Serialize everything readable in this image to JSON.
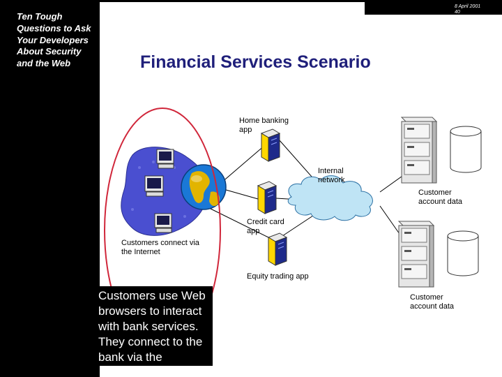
{
  "sidebar": {
    "title": "Ten Tough Questions to Ask Your Developers About Security and the Web"
  },
  "header": {
    "date": "8 April 2001",
    "page_number": "40"
  },
  "slide": {
    "title": "Financial Services Scenario"
  },
  "diagram": {
    "labels": {
      "home_banking": "Home banking app",
      "internal_network": "Internal network",
      "credit_card": "Credit card app",
      "equity_trading": "Equity trading app",
      "customers_connect": "Customers connect via the Internet",
      "customer_account_data_1": "Customer account data",
      "customer_account_data_2": "Customer account data"
    },
    "icons": [
      "server-tower-icon",
      "computer-icon",
      "globe-icon",
      "cloud-icon",
      "server-rack-icon",
      "database-cylinder-icon"
    ],
    "colors": {
      "title": "#1f1f7a",
      "highlight_ellipse": "#d0263a",
      "blob": "#4a4fd0",
      "cloud": "#bfe4f5",
      "server": "#ffd700"
    }
  },
  "callout": {
    "text": "Customers use Web browsers to interact with bank services. They connect to the bank via the"
  }
}
